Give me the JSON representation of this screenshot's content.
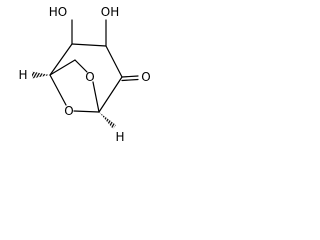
{
  "structure": {
    "atoms": [
      {
        "id": "ho_left",
        "text": "HO"
      },
      {
        "id": "oh_right",
        "text": "OH"
      },
      {
        "id": "ketone_o",
        "text": "O"
      },
      {
        "id": "bridge_o",
        "text": "O"
      },
      {
        "id": "ring_o",
        "text": "O"
      },
      {
        "id": "h_left",
        "text": "H"
      },
      {
        "id": "h_bottom",
        "text": "H"
      }
    ]
  }
}
